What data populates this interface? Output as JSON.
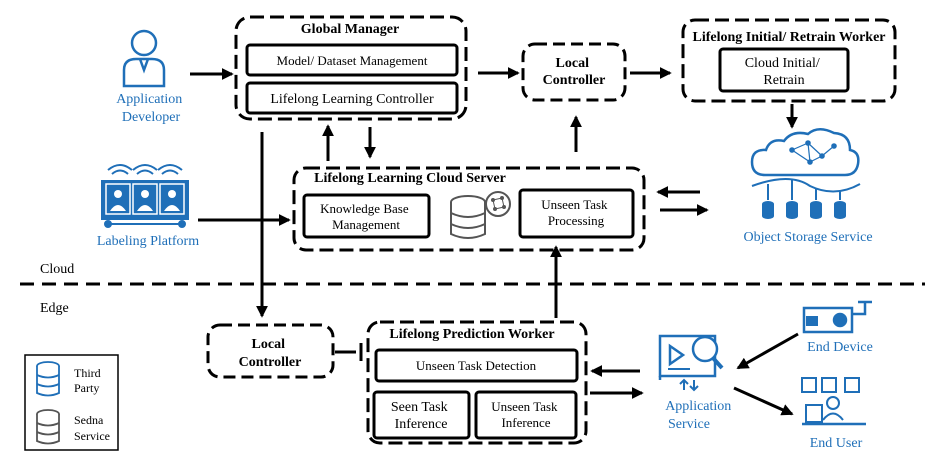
{
  "zones": {
    "cloud": "Cloud",
    "edge": "Edge"
  },
  "actors": {
    "app_developer": {
      "line1": "Application",
      "line2": "Developer",
      "icon": "person-icon"
    },
    "labeling_platform": {
      "label": "Labeling Platform",
      "icon": "labeling-team-icon"
    },
    "object_storage": {
      "label": "Object Storage Service",
      "icon": "cloud-storage-icon"
    },
    "end_device": {
      "label": "End Device",
      "icon": "camera-icon"
    },
    "end_user": {
      "label": "End User",
      "icon": "user-workstation-icon"
    },
    "application_service": {
      "line1": "Application",
      "line2": "Service",
      "icon": "monitor-search-icon"
    }
  },
  "global_manager": {
    "title": "Global Manager",
    "model_dataset": "Model/ Dataset Management",
    "lifelong_controller": "Lifelong Learning Controller"
  },
  "local_controller_cloud": {
    "line1": "Local",
    "line2": "Controller"
  },
  "retrain_worker": {
    "title": "Lifelong Initial/ Retrain Worker",
    "inner_line1": "Cloud Initial/",
    "inner_line2": "Retrain"
  },
  "cloud_server": {
    "title": "Lifelong Learning Cloud Server",
    "knowledge_line1": "Knowledge Base",
    "knowledge_line2": "Management",
    "unseen_line1": "Unseen Task",
    "unseen_line2": "Processing"
  },
  "local_controller_edge": {
    "line1": "Local",
    "line2": "Controller"
  },
  "prediction_worker": {
    "title": "Lifelong Prediction Worker",
    "detection": "Unseen Task Detection",
    "seen_line1": "Seen Task",
    "seen_line2": "Inference",
    "unseen_line1": "Unseen Task",
    "unseen_line2": "Inference"
  },
  "legend": {
    "third_party_line1": "Third",
    "third_party_line2": "Party",
    "sedna_line1": "Sedna",
    "sedna_line2": "Service"
  },
  "colors": {
    "accent_blue": "#1f6fb8",
    "line": "#000000",
    "db_gray": "#555555"
  }
}
